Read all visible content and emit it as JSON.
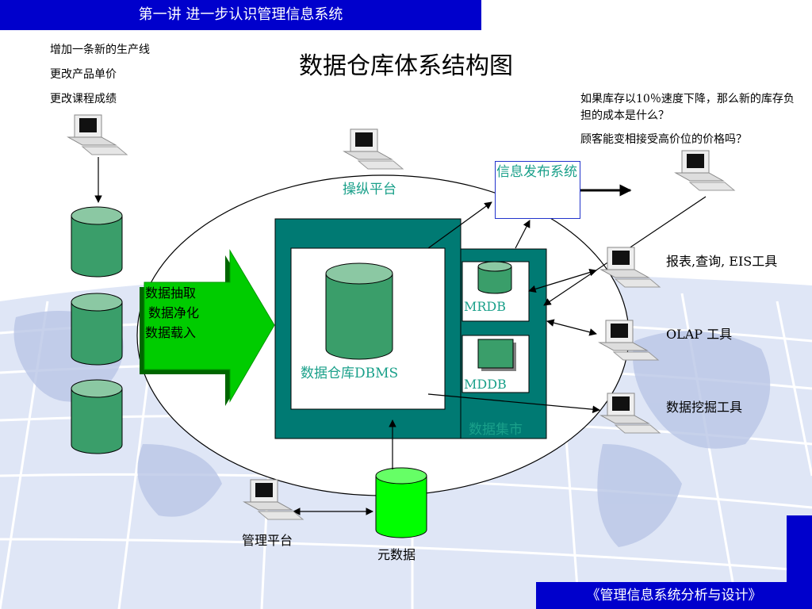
{
  "header": {
    "title": "第一讲  进一步认识管理信息系统"
  },
  "footer": {
    "text": "《管理信息系统分析与设计》"
  },
  "diagram": {
    "title": "数据仓库体系结构图",
    "source_notes": [
      "增加一条新的生产线",
      "更改产品单价",
      "更改课程成绩"
    ],
    "etl_labels": [
      "数据抽取",
      "数据净化",
      "数据载入"
    ],
    "control_platform": "操纵平台",
    "publish_system": "信息发布系统",
    "question_1": "如果库存以10％速度下降，那么新的库存负担的成本是什么？",
    "question_2": "顾客能变相接受高价位的价格吗？",
    "dw_dbms": "数据仓库DBMS",
    "mrdb": "MRDB",
    "mddb": "MDDB",
    "data_mart": "数据集市",
    "tool_report": "报表,查询, EIS工具",
    "tool_olap": "OLAP 工具",
    "tool_mining": "数据挖掘工具",
    "admin_platform": "管理平台",
    "metadata": "元数据"
  },
  "colors": {
    "banner": "#0000cc",
    "cylinder": "#3a9e6a",
    "teal_frame": "#007a73",
    "bright_green": "#00d000",
    "teal_text": "#1aa08a"
  }
}
